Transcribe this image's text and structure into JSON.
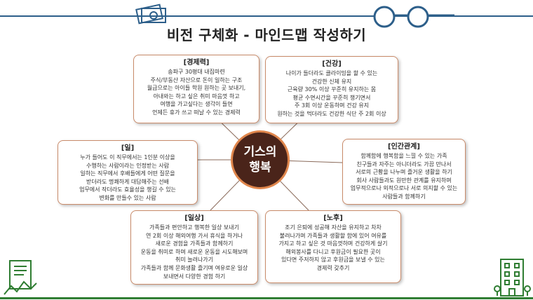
{
  "title": "비전 구체화 - 마인드맵 작성하기",
  "center": {
    "line1": "기스의",
    "line2": "행복"
  },
  "colors": {
    "card_border": "#c98b6a",
    "center_fill": "#4a241a",
    "center_ring": "#e0864c",
    "line": "#2d5f8a",
    "green": "#2f7d32"
  },
  "icons": [
    "money-icon",
    "glasses-icon",
    "document-chart-icon",
    "building-icon"
  ],
  "cards": {
    "economy": {
      "title": "[경제력]",
      "lines": [
        "송파구 30평대 내집마련",
        "주식/부동산 자산으로 돈이 일하는 구조",
        "월급으로는 아이들 학원 원하는 곳 보내기,",
        "아내와는 하고 싶은 취미 마음껏 하고",
        "여행을 가고싶다는 생각이 들면",
        "언제든 휴가 쓰고 떠날 수 있는 경제력"
      ]
    },
    "health": {
      "title": "[건강]",
      "lines": [
        "나이가 들더라도 클라이밍을 할 수 있는",
        "건강한 신체 유지",
        "근육량 30% 이상 꾸준히 유지하는 몸",
        "평균 수면시간을 꾸준히 챙기면서",
        "주 3회 이상 운동하며 건강 유지",
        "원하는 것을 먹더라도 건강한 식단 주 2회 이상"
      ]
    },
    "work": {
      "title": "[일]",
      "lines": [
        "누가 들어도 이 직무에서는 1인분 이상을",
        "수행하는 사람이라는 인정받는 사람",
        "일하는 직무에서 후배들에게 어떤 질문을",
        "받더라도 명쾌하게 대답해주는 선배",
        "업무에서 작더라도 효율성을 챙길 수 있는",
        "변화를 만들수 있는 사람"
      ]
    },
    "relations": {
      "title": "[인간관계]",
      "lines": [
        "함께함에 행복함을 느낄 수 있는 가족",
        "친구들과 자주는 아니더라도 가끔 만나서",
        "서로의 근황을 나누며 즐거운 생활을 하기",
        "회사 사람들과도 원만한 관계를 유지하며",
        "업무적으로나 외적으로나 서로 의지할 수 있는",
        "사람들과 함께하기"
      ]
    },
    "daily": {
      "title": "[일상]",
      "lines": [
        "가족들과 편안하고 행복한 일상 보내기",
        "연 2회 이상 해외여행 가서 휴식을 하거나",
        "새로운 경험을 가족들과 함께하기",
        "운동을 취미로 하며 새로운 운동을 시도해보며",
        "취미 늘려나가기",
        "가족들과 함께 문화생활 즐기며 여유로운 일상",
        "보내면서 다양한 경험 하기"
      ]
    },
    "retire": {
      "title": "[노후]",
      "lines": [
        "조기 은퇴에 성공해 자산을 유지하고 차차",
        "불려나가며 가족들과 생활할 함에 있어 여유를",
        "가지고 하고 싶은 것 마음껏하며 건강하게 살기",
        "해외봉사를 다니고 후원금이 필요한 곳이",
        "있다면 주저하지 않고 후원금을 보낼 수 있는",
        "경제력 갖추기"
      ]
    }
  }
}
